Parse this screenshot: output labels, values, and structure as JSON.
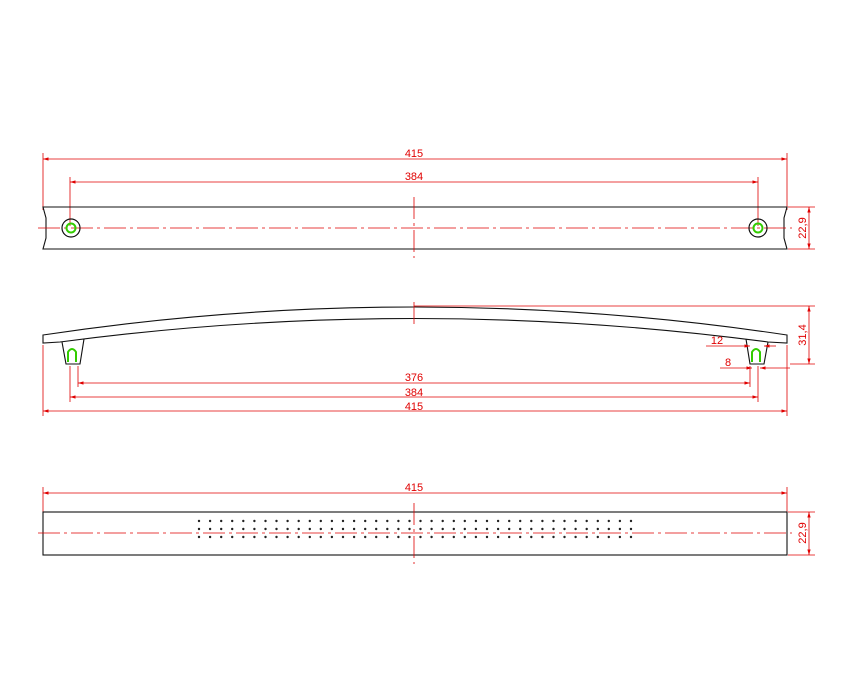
{
  "colors": {
    "outline": "#111111",
    "dimension": "#e00000",
    "hole_highlight": "#33cc00",
    "background": "#ffffff"
  },
  "top_view": {
    "overall_length": "415",
    "hole_spacing": "384",
    "height": "22,9"
  },
  "side_view": {
    "arch_height": "31,4",
    "foot_width": "12",
    "thread_width": "8",
    "inner_span": "376",
    "hole_spacing": "384",
    "overall_length": "415"
  },
  "front_view": {
    "overall_length": "415",
    "height": "22,9",
    "dot_pattern": {
      "columns": 40,
      "rows": 3
    }
  }
}
